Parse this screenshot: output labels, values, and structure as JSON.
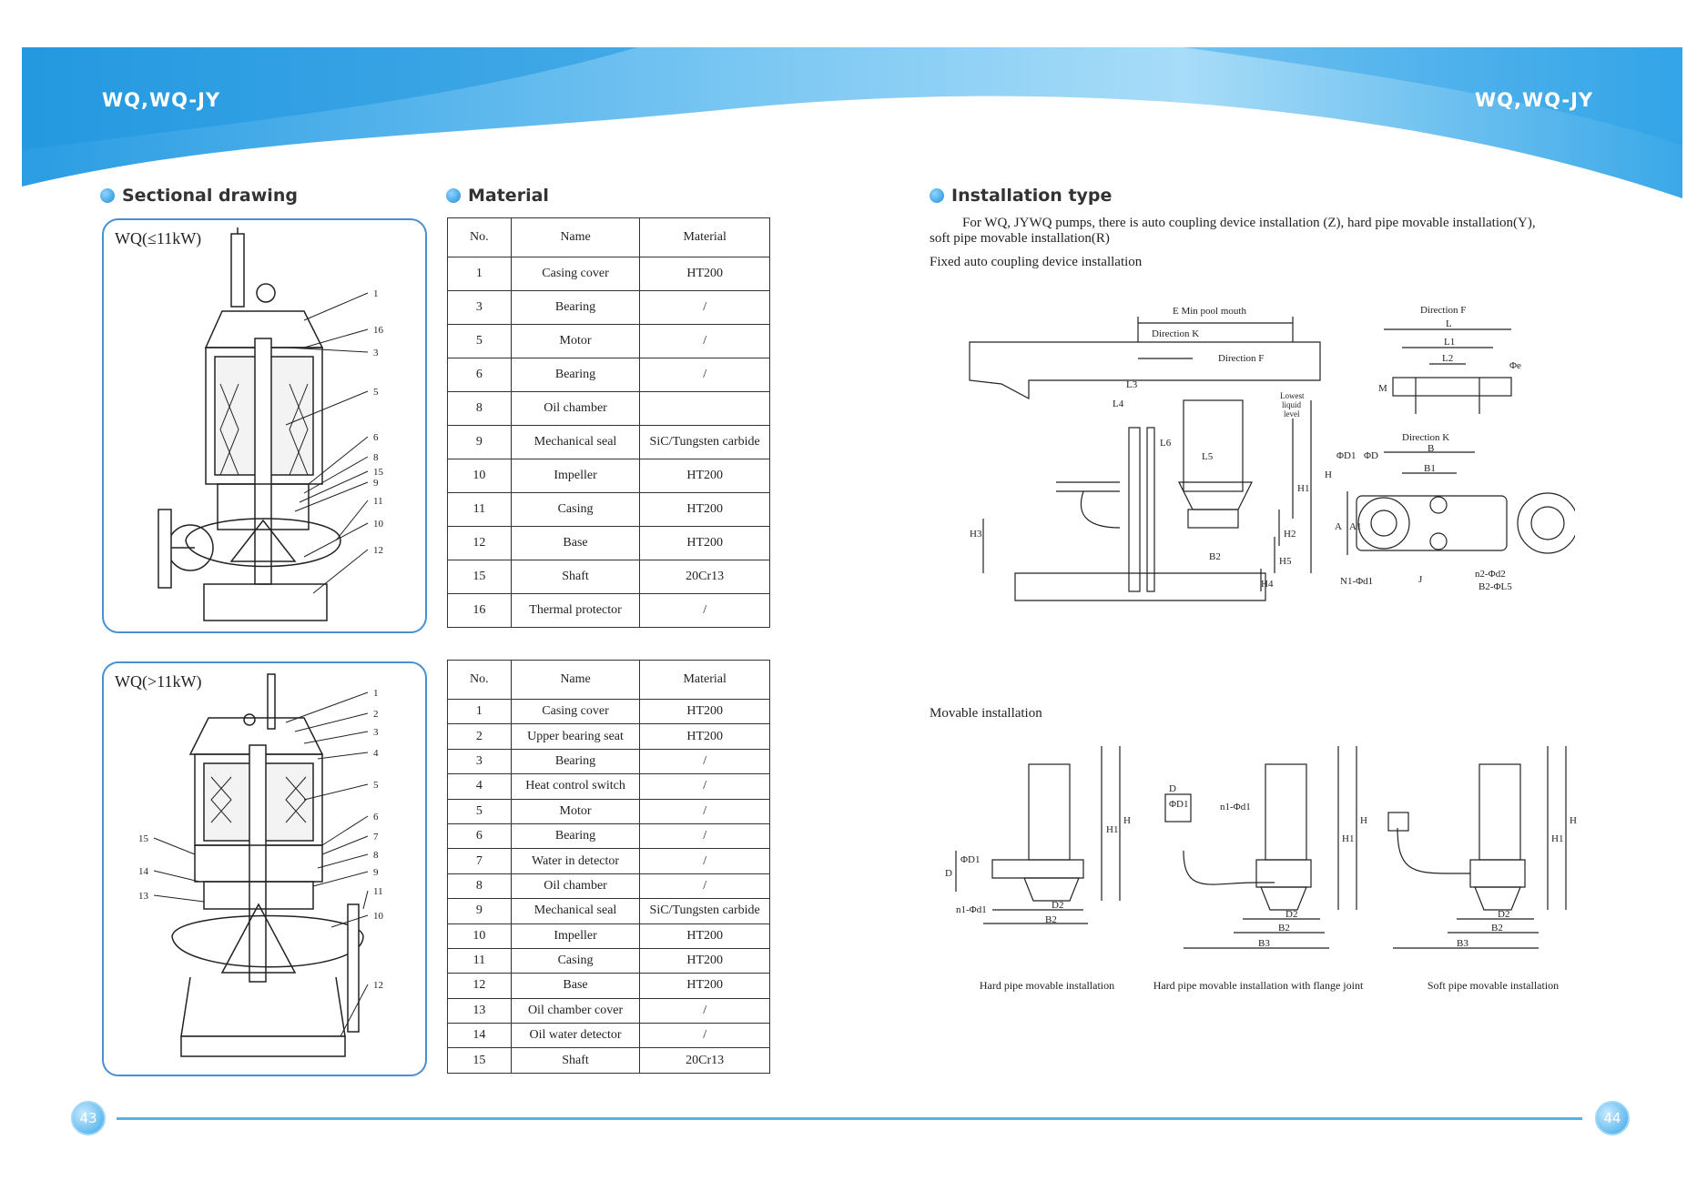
{
  "header": {
    "series_left": "WQ,WQ-JY",
    "series_right": "WQ,WQ-JY"
  },
  "sections": {
    "sectional": "Sectional drawing",
    "material": "Material",
    "installation": "Installation type"
  },
  "drawing1": {
    "label": "WQ(≤11kW)",
    "callouts": [
      "1",
      "16",
      "3",
      "5",
      "6",
      "8",
      "15",
      "9",
      "11",
      "10",
      "12"
    ]
  },
  "drawing2": {
    "label": "WQ(>11kW)",
    "callouts_right": [
      "1",
      "2",
      "3",
      "4",
      "5",
      "6",
      "7",
      "8",
      "9",
      "11",
      "10",
      "12"
    ],
    "callouts_left": [
      "15",
      "14",
      "13"
    ]
  },
  "table1": {
    "headers": [
      "No.",
      "Name",
      "Material"
    ],
    "rows": [
      [
        "1",
        "Casing cover",
        "HT200"
      ],
      [
        "3",
        "Bearing",
        "/"
      ],
      [
        "5",
        "Motor",
        "/"
      ],
      [
        "6",
        "Bearing",
        "/"
      ],
      [
        "8",
        "Oil chamber",
        ""
      ],
      [
        "9",
        "Mechanical seal",
        "SiC/Tungsten carbide"
      ],
      [
        "10",
        "Impeller",
        "HT200"
      ],
      [
        "11",
        "Casing",
        "HT200"
      ],
      [
        "12",
        "Base",
        "HT200"
      ],
      [
        "15",
        "Shaft",
        "20Cr13"
      ],
      [
        "16",
        "Thermal protector",
        "/"
      ]
    ]
  },
  "table2": {
    "headers": [
      "No.",
      "Name",
      "Material"
    ],
    "rows": [
      [
        "1",
        "Casing cover",
        "HT200"
      ],
      [
        "2",
        "Upper bearing seat",
        "HT200"
      ],
      [
        "3",
        "Bearing",
        "/"
      ],
      [
        "4",
        "Heat control switch",
        "/"
      ],
      [
        "5",
        "Motor",
        "/"
      ],
      [
        "6",
        "Bearing",
        "/"
      ],
      [
        "7",
        "Water in detector",
        "/"
      ],
      [
        "8",
        "Oil chamber",
        "/"
      ],
      [
        "9",
        "Mechanical seal",
        "SiC/Tungsten carbide"
      ],
      [
        "10",
        "Impeller",
        "HT200"
      ],
      [
        "11",
        "Casing",
        "HT200"
      ],
      [
        "12",
        "Base",
        "HT200"
      ],
      [
        "13",
        "Oil chamber cover",
        "/"
      ],
      [
        "14",
        "Oil water detector",
        "/"
      ],
      [
        "15",
        "Shaft",
        "20Cr13"
      ]
    ]
  },
  "installation": {
    "intro_line1": "For WQ, JYWQ pumps, there is auto coupling device installation (Z), hard pipe movable installation(Y),",
    "intro_line2": "soft pipe movable installation(R)",
    "fixed_title": "Fixed auto coupling device installation",
    "fixed_labels": {
      "e_min": "E Min pool mouth",
      "dir_k": "Direction K",
      "dir_f": "Direction F",
      "lowest": "Lowest",
      "liquid": "liquid",
      "level": "level",
      "l3": "L3",
      "l4": "L4",
      "l5": "L5",
      "l6": "L6",
      "h": "H",
      "h1": "H1",
      "h2": "H2",
      "h3": "H3",
      "h4": "H4",
      "h5": "H5",
      "b2": "B2"
    },
    "dirf_labels": {
      "title": "Direction F",
      "l": "L",
      "l1": "L1",
      "l2": "L2",
      "m": "M",
      "phi_e": "Φe"
    },
    "dirk_labels": {
      "title": "Direction K",
      "b": "B",
      "b1": "B1",
      "phi_d1": "ΦD1",
      "phi_d": "ΦD",
      "a": "A",
      "a1": "A1",
      "j": "J",
      "n1": "N1-Φd1",
      "n2": "n2-Φd2",
      "b2l5": "B2-ΦL5"
    },
    "movable_title": "Movable installation",
    "movable_labels": {
      "phi_d1": "ΦD1",
      "d": "D",
      "n1_d1": "n1-Φd1",
      "n1_d1_alt": "n1-Φd1",
      "d2": "D2",
      "b2": "B2",
      "b3": "B3",
      "h": "H",
      "h1": "H1"
    },
    "captions": [
      "Hard pipe movable installation",
      "Hard pipe movable installation with flange joint",
      "Soft pipe movable installation"
    ]
  },
  "footer": {
    "page_left": "43",
    "page_right": "44"
  },
  "colors": {
    "accent": "#52b2ea",
    "banner_dark": "#1e8fd6",
    "box_border": "#4a8fd0"
  }
}
